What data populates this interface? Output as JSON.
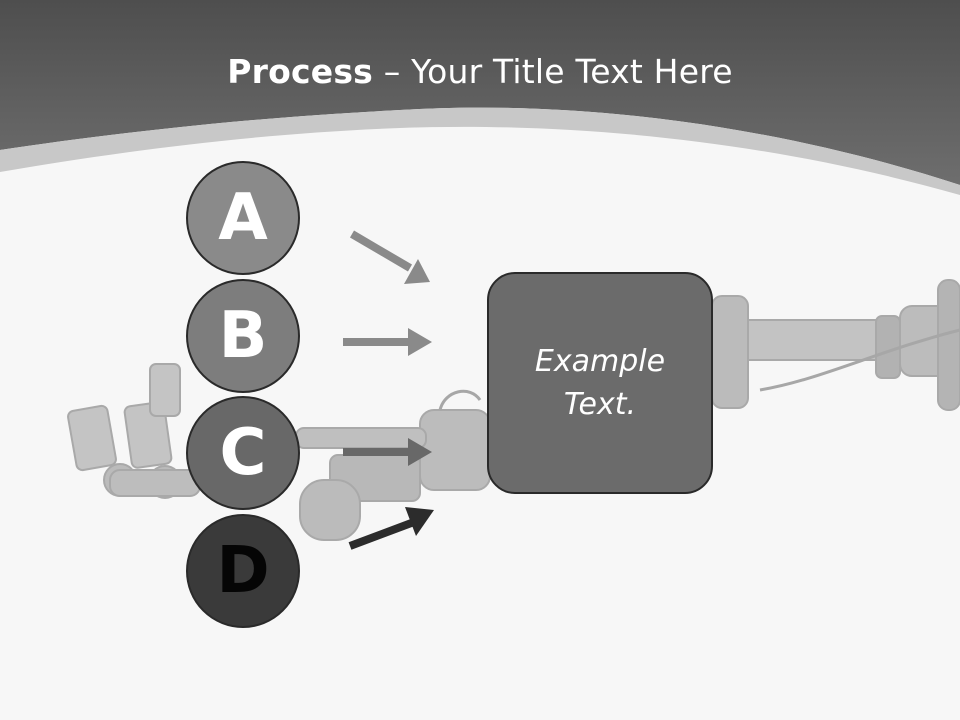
{
  "slide": {
    "title_bold": "Process",
    "title_rest": " – Your Title Text Here"
  },
  "steps": [
    {
      "letter": "A",
      "color": "#8a8a8a"
    },
    {
      "letter": "B",
      "color": "#7d7d7d"
    },
    {
      "letter": "C",
      "color": "#686868"
    },
    {
      "letter": "D",
      "color": "#3a3a3a"
    }
  ],
  "box": {
    "text": "Example Text."
  },
  "colors": {
    "header": "#5c5c5c",
    "header_band": "#c8c8c8",
    "background": "#f7f7f7"
  }
}
